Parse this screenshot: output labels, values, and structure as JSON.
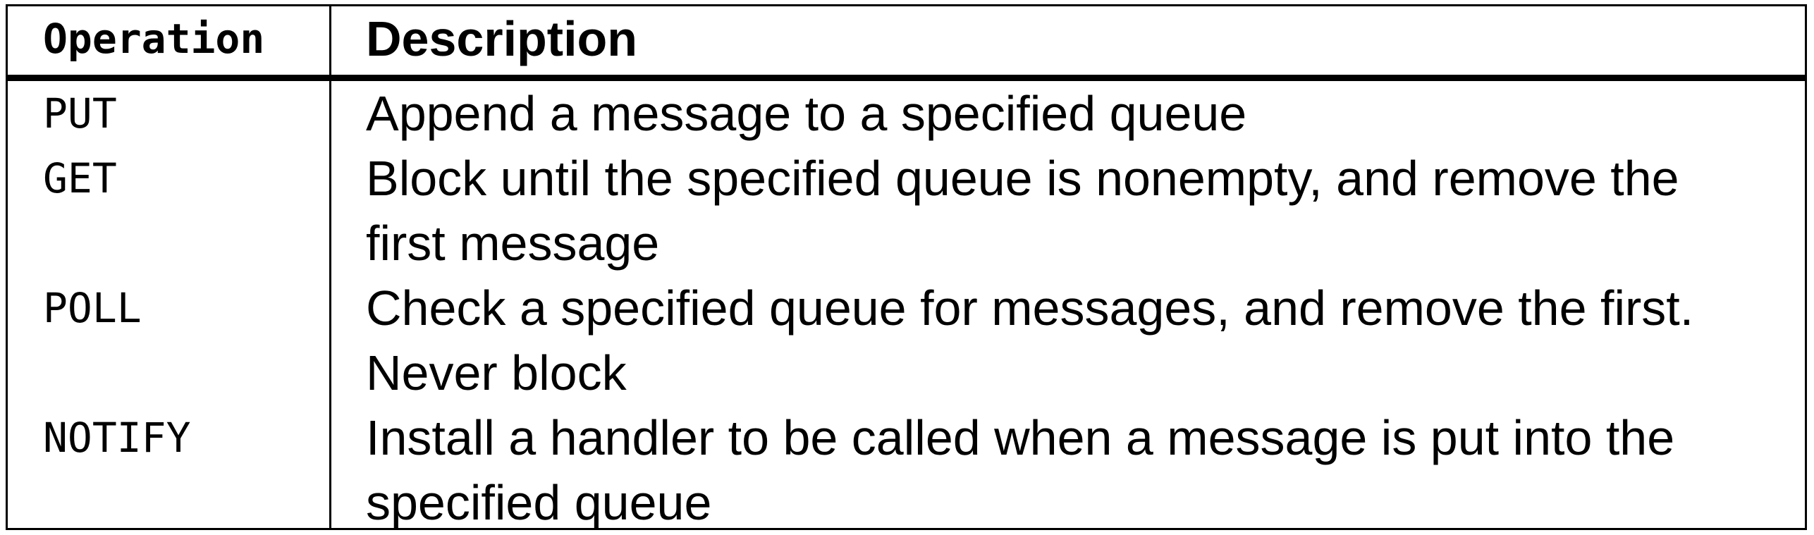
{
  "table": {
    "headers": {
      "operation": "Operation",
      "description": "Description"
    },
    "rows": [
      {
        "operation": "PUT",
        "description_lines": [
          "Append a message to a specified queue"
        ]
      },
      {
        "operation": "GET",
        "description_lines": [
          "Block until the specified queue is nonempty, and remove the",
          "first message"
        ]
      },
      {
        "operation": "POLL",
        "description_lines": [
          "Check a specified queue for messages, and remove the first.",
          "Never block"
        ]
      },
      {
        "operation": "NOTIFY",
        "description_lines": [
          "Install a handler to be called when a message is put into the",
          "specified queue"
        ]
      }
    ]
  }
}
